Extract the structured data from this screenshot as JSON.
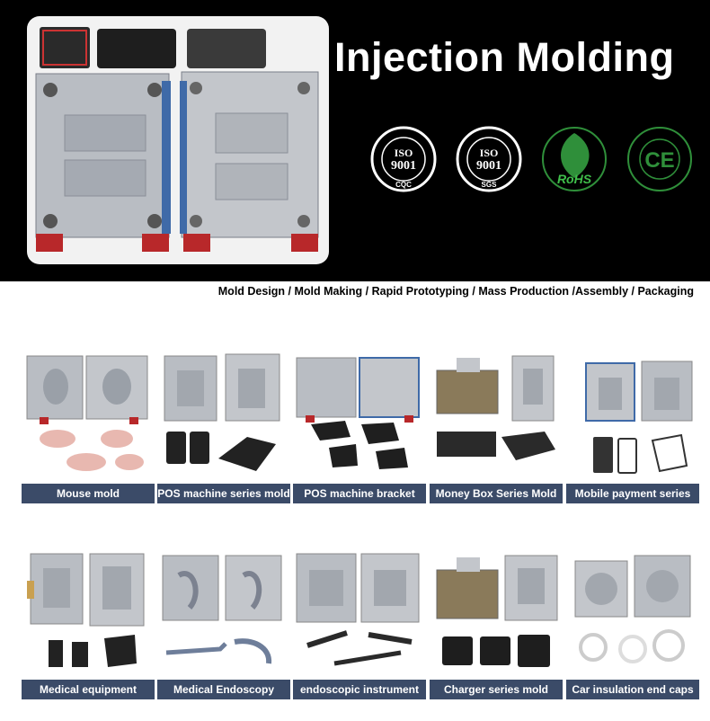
{
  "hero": {
    "title": "Injection Molding"
  },
  "certifications": [
    {
      "name": "ISO 9001 CQC",
      "code": "ISO",
      "number": "9001",
      "body": "CQC"
    },
    {
      "name": "ISO 9001 SGS",
      "code": "ISO",
      "number": "9001",
      "body": "SGS"
    },
    {
      "name": "RoHS",
      "code": "RoHS"
    },
    {
      "name": "CE",
      "code": "CE"
    }
  ],
  "services_line": "Mold Design / Mold Making / Rapid Prototyping / Mass Production /Assembly / Packaging",
  "products_row1": [
    {
      "label": "Mouse mold",
      "product_color": "#e8b8b0"
    },
    {
      "label": "POS machine series mold",
      "product_color": "#222222"
    },
    {
      "label": "POS machine bracket",
      "product_color": "#1f1f1f"
    },
    {
      "label": "Money Box Series Mold",
      "product_color": "#2a2a2a"
    },
    {
      "label": "Mobile payment series",
      "product_color": "#333333"
    }
  ],
  "products_row2": [
    {
      "label": "Medical equipment",
      "product_color": "#222222"
    },
    {
      "label": "Medical Endoscopy",
      "product_color": "#6e7e9a"
    },
    {
      "label": "endoscopic instrument",
      "product_color": "#2a2a2a"
    },
    {
      "label": "Charger series mold",
      "product_color": "#1e1e1e"
    },
    {
      "label": "Car insulation end caps",
      "product_color": "#dddddd"
    }
  ],
  "colors": {
    "label_bg": "#3b4b68",
    "mold_steel": "#b9bdc3",
    "mold_red": "#b8282a",
    "cert_green": "#2f8f3a"
  }
}
